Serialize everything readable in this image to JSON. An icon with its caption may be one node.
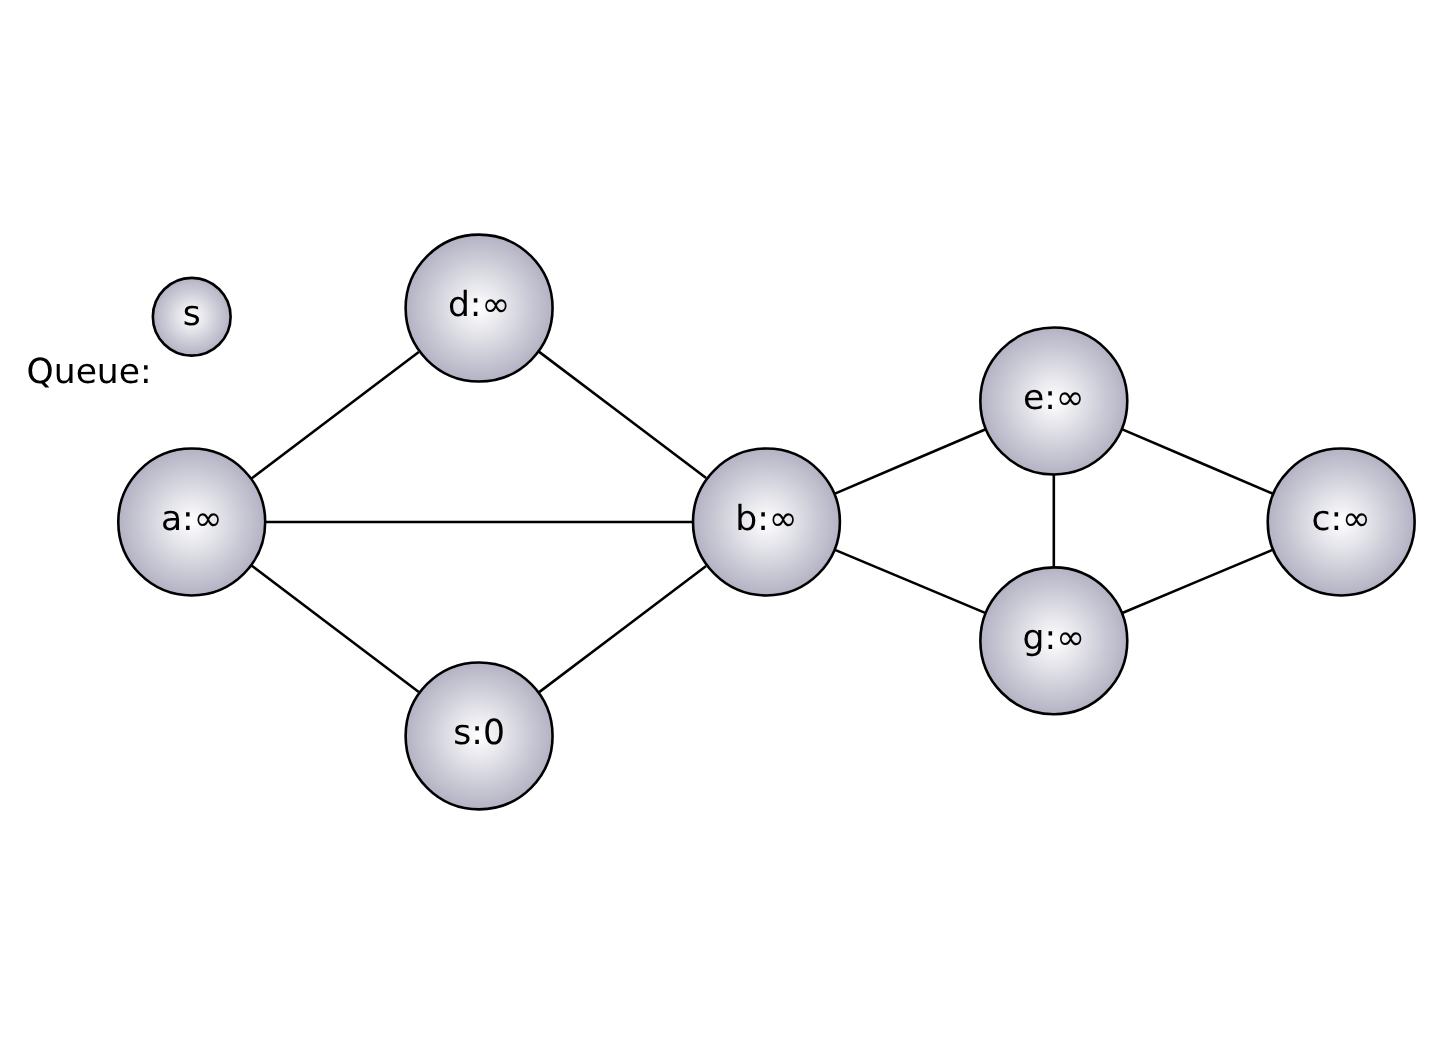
{
  "diagram": {
    "nodes": [
      {
        "text": [
          "d:∞"
        ]
      },
      {
        "text": [
          "e:∞"
        ]
      },
      {
        "text": [
          "a:∞"
        ]
      },
      {
        "text": [
          "b:∞"
        ]
      },
      {
        "text": [
          "c:∞"
        ]
      },
      {
        "text": [
          "s:0"
        ]
      },
      {
        "text": [
          "g:∞"
        ]
      },
      {
        "text": [
          "s"
        ],
        "beside": [
          "Queue:"
        ]
      }
    ],
    "edges": [
      {
        "from": 2,
        "to": 0,
        "arrow": "none"
      },
      {
        "from": 0,
        "to": 3,
        "arrow": "none"
      },
      {
        "from": 2,
        "to": 3,
        "arrow": "none"
      },
      {
        "from": 2,
        "to": 5,
        "arrow": "none"
      },
      {
        "from": 5,
        "to": 3,
        "arrow": "none"
      },
      {
        "from": 3,
        "to": 1,
        "arrow": "none"
      },
      {
        "from": 1,
        "to": 6,
        "arrow": "none"
      },
      {
        "from": 1,
        "to": 4,
        "arrow": "none"
      },
      {
        "from": 3,
        "to": 6,
        "arrow": "none"
      },
      {
        "from": 6,
        "to": 4,
        "arrow": "none"
      }
    ]
  }
}
